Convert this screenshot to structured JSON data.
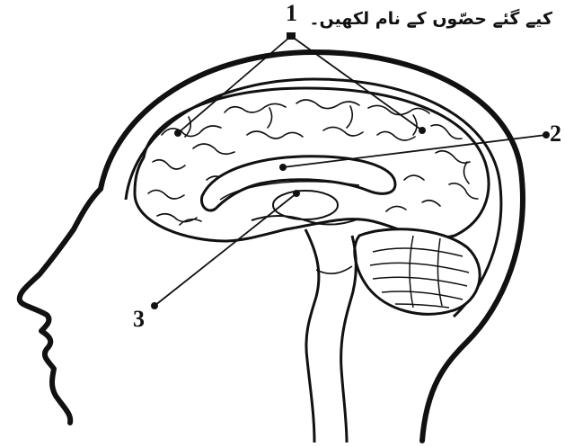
{
  "instruction": "کیے گئے حصّوں کے نام لکھیں۔",
  "labels": [
    {
      "id": "1",
      "text": "1"
    },
    {
      "id": "2",
      "text": "2"
    },
    {
      "id": "3",
      "text": "3"
    }
  ],
  "colors": {
    "ink": "#111111",
    "background": "#ffffff"
  }
}
